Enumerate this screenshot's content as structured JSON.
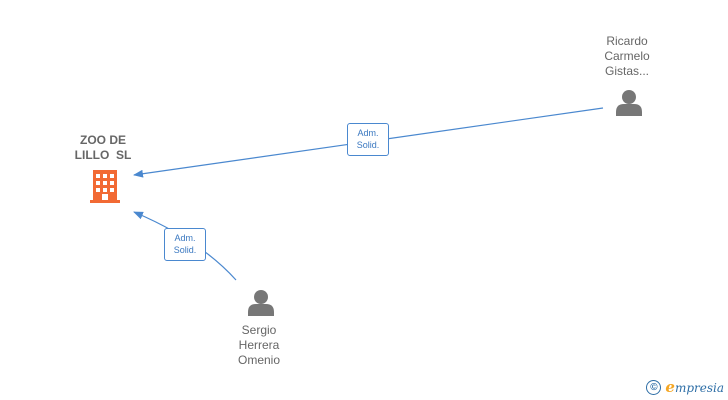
{
  "company": {
    "name_line1": "ZOO DE",
    "name_line2": "LILLO  SL",
    "icon": "building-icon",
    "color": "#f26a34"
  },
  "people": [
    {
      "id": "ricardo",
      "icon": "person-icon",
      "lines": [
        "Ricardo",
        "Carmelo",
        "Gistas..."
      ]
    },
    {
      "id": "sergio",
      "icon": "person-icon",
      "lines": [
        "Sergio",
        "Herrera",
        "Omenio"
      ]
    }
  ],
  "edges": [
    {
      "from": "ricardo",
      "to": "company",
      "label_line1": "Adm.",
      "label_line2": "Solid."
    },
    {
      "from": "sergio",
      "to": "company",
      "label_line1": "Adm.",
      "label_line2": "Solid."
    }
  ],
  "watermark": {
    "symbol": "©",
    "brand_first": "e",
    "brand_rest": "mpresia"
  },
  "colors": {
    "edge": "#4a88cf",
    "person": "#777777",
    "label": "#666666"
  }
}
